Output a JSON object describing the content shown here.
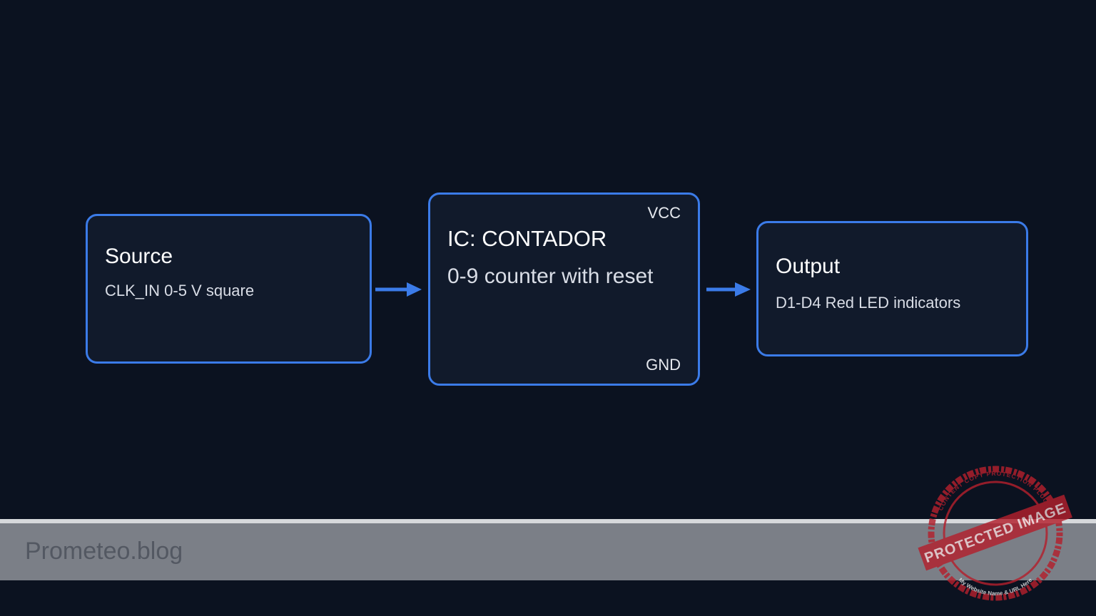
{
  "diagram": {
    "blocks": [
      {
        "id": "source",
        "title": "Source",
        "description": "CLK_IN 0-5 V square"
      },
      {
        "id": "ic",
        "title": "IC: CONTADOR",
        "description": "0-9 counter with reset",
        "pins": {
          "top": "VCC",
          "bottom": "GND"
        }
      },
      {
        "id": "output",
        "title": "Output",
        "description": "D1-D4 Red LED indicators"
      }
    ],
    "connections": [
      {
        "from": "source",
        "to": "ic"
      },
      {
        "from": "ic",
        "to": "output"
      }
    ]
  },
  "footer": {
    "site": "Prometeo.blog"
  },
  "watermark": {
    "main": "PROTECTED IMAGE",
    "ring_top": "CONTENT COPY PROTECTION PLUGIN",
    "ring_bottom": "My Website Name & URL Here"
  },
  "colors": {
    "background": "#0b1220",
    "block_fill": "#111a2b",
    "accent": "#3b7be8",
    "footer_band": "#7b7f87",
    "stamp_red": "#b3202d"
  }
}
